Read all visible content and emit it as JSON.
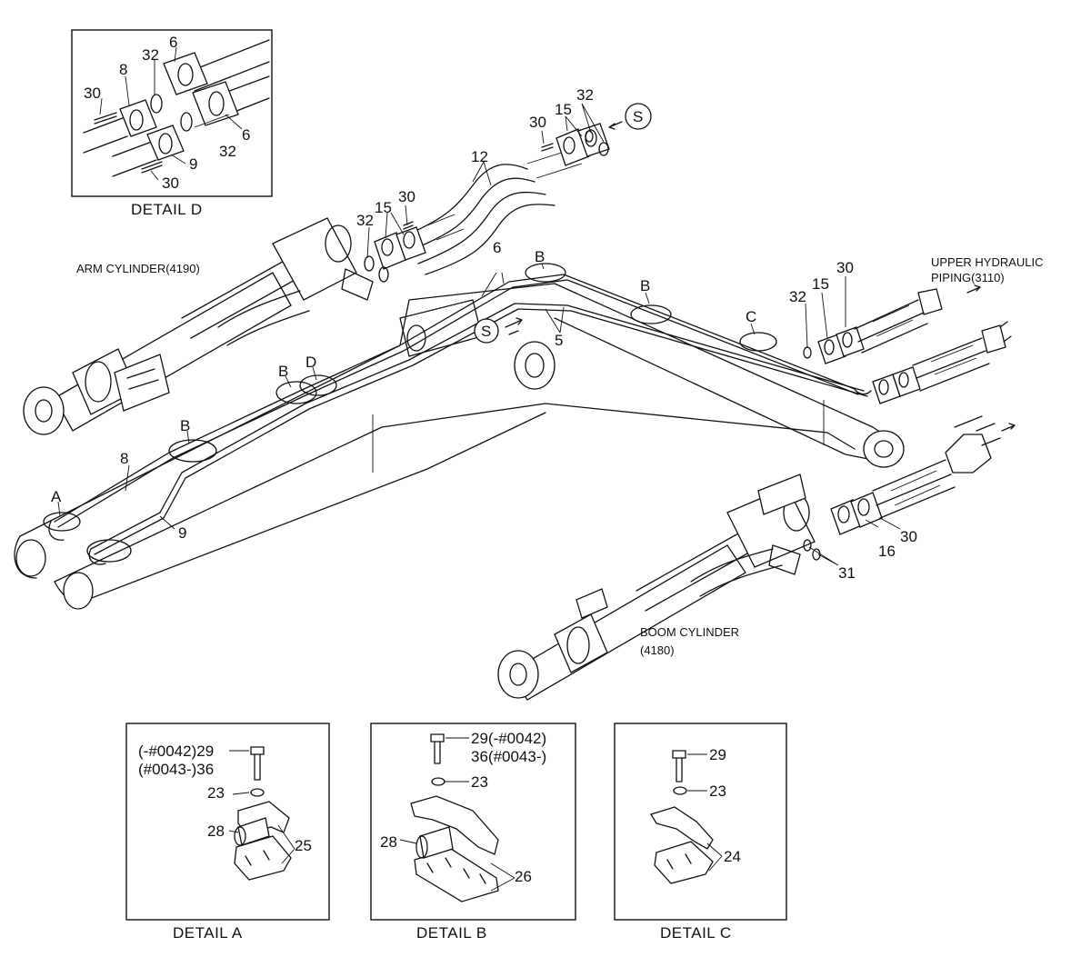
{
  "labels": {
    "arm_cylinder": "ARM CYLINDER(4190)",
    "boom_cylinder_line1": "BOOM CYLINDER",
    "boom_cylinder_line2": "(4180)",
    "upper_piping_line1": "UPPER HYDRAULIC",
    "upper_piping_line2": "PIPING(3110)"
  },
  "letters": {
    "A": "A",
    "B": "B",
    "C": "C",
    "D": "D",
    "S": "S"
  },
  "parts": {
    "p5": "5",
    "p6": "6",
    "p8": "8",
    "p9": "9",
    "p12": "12",
    "p15": "15",
    "p16": "16",
    "p23": "23",
    "p24": "24",
    "p25": "25",
    "p26": "26",
    "p28": "28",
    "p29": "29",
    "p30": "30",
    "p31": "31",
    "p32": "32"
  },
  "details": {
    "A": {
      "caption": "DETAIL  A",
      "bolt_old": "(-#0042)29",
      "bolt_new": "(#0043-)36"
    },
    "B": {
      "caption": "DETAIL  B",
      "bolt_old": "29(-#0042)",
      "bolt_new": "36(#0043-)"
    },
    "C": {
      "caption": "DETAIL  C"
    },
    "D": {
      "caption": "DETAIL  D"
    }
  }
}
